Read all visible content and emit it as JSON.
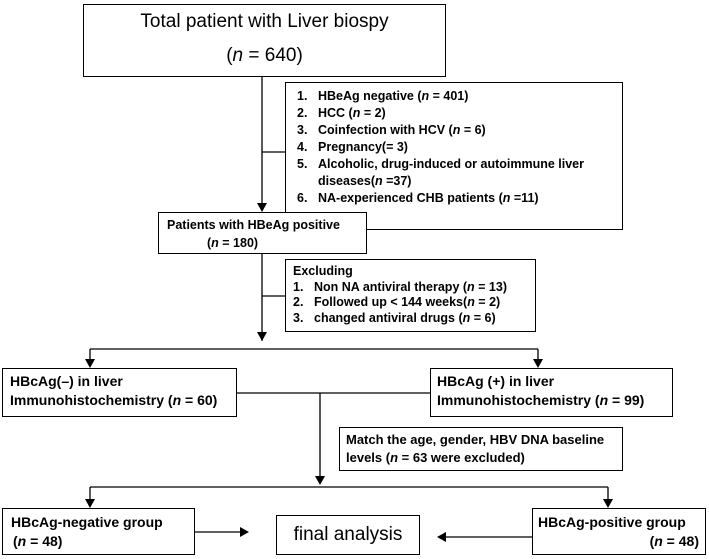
{
  "total_box": {
    "title": "Total patient with Liver biospy",
    "n_label": "n",
    "n_value": " = 640"
  },
  "exclusion1": {
    "items": [
      {
        "num": "1.",
        "text": "HBeAg negative (",
        "n": "n",
        "rest": " = 401)"
      },
      {
        "num": "2.",
        "text": "HCC (",
        "n": "n",
        "rest": " = 2)"
      },
      {
        "num": "3.",
        "text": "Coinfection with HCV (",
        "n": "n",
        "rest": " = 6)"
      },
      {
        "num": "4.",
        "text": "Pregnancy(= 3)",
        "n": "",
        "rest": ""
      },
      {
        "num": "5.",
        "text": "Alcoholic, drug-induced or autoimmune liver diseases(",
        "n": "n",
        "rest": " =37)"
      },
      {
        "num": "6.",
        "text": "NA-experienced CHB patients (",
        "n": "n",
        "rest": " =11)"
      }
    ]
  },
  "hbeag_box": {
    "line1": "Patients with HBeAg positive",
    "n_label": "n",
    "n_value": " = 180"
  },
  "exclusion2": {
    "heading": "Excluding",
    "items": [
      {
        "num": "1.",
        "text": "Non NA antiviral therapy (",
        "n": "n",
        "rest": " = 13)"
      },
      {
        "num": "2.",
        "text": "Followed up < 144 weeks(",
        "n": "n",
        "rest": " = 2)"
      },
      {
        "num": "3.",
        "text": "changed antiviral drugs (",
        "n": "n",
        "rest": " = 6)"
      }
    ]
  },
  "neg_ihc_box": {
    "line1": "HBcAg(–) in liver",
    "line2": "Immunohistochemistry (",
    "n_label": "n",
    "n_value": " = 60)"
  },
  "pos_ihc_box": {
    "line1": "HBcAg (+) in  liver",
    "line2": "Immunohistochemistry (",
    "n_label": "n",
    "n_value": " = 99)"
  },
  "match_box": {
    "line1": "Match the age, gender, HBV DNA baseline",
    "line2": "levels (",
    "n_label": "n",
    "n_value": " = 63 were excluded)"
  },
  "neg_group_box": {
    "line1": "HBcAg-negative group",
    "n_label": "n",
    "n_value": " = 48)"
  },
  "final_box": {
    "label": "final analysis"
  },
  "pos_group_box": {
    "line1": "HBcAg-positive group",
    "n_label": "n",
    "n_value": " = 48)"
  }
}
